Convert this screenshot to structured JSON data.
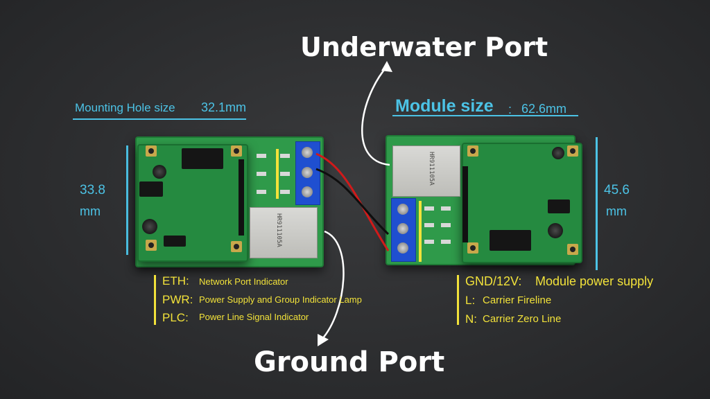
{
  "labels": {
    "underwater_port": "Underwater Port",
    "ground_port": "Ground Port",
    "mounting_hole_caption": "Mounting Hole size",
    "mounting_hole_value": "32.1mm",
    "module_size_caption": "Module size",
    "module_size_colon": ":",
    "module_size_value": "62.6mm",
    "left_height_value": "33.8",
    "left_height_unit": "mm",
    "right_height_value": "45.6",
    "right_height_unit": "mm",
    "rj45_left_text": "HR911105A",
    "rj45_right_text": "HR911105A"
  },
  "legend_left": [
    {
      "key": "ETH:",
      "desc": "Network Port Indicator"
    },
    {
      "key": "PWR:",
      "desc": "Power Supply and Group Indicator Lamp"
    },
    {
      "key": "PLC:",
      "desc": "Power Line Signal Indicator"
    }
  ],
  "legend_right": [
    {
      "key": "GND/12V:",
      "desc": "Module power supply"
    },
    {
      "key": "L:",
      "desc": "Carrier Fireline"
    },
    {
      "key": "N:",
      "desc": "Carrier Zero Line"
    }
  ],
  "colors": {
    "background": "#2b2c2e",
    "accent_cyan": "#4cc3e6",
    "accent_yellow": "#f2e23a",
    "pcb_green": "#2f9a4a",
    "terminal_blue": "#1f4fd0",
    "wire_red": "#d11a1a",
    "wire_black": "#0e0e0e"
  }
}
